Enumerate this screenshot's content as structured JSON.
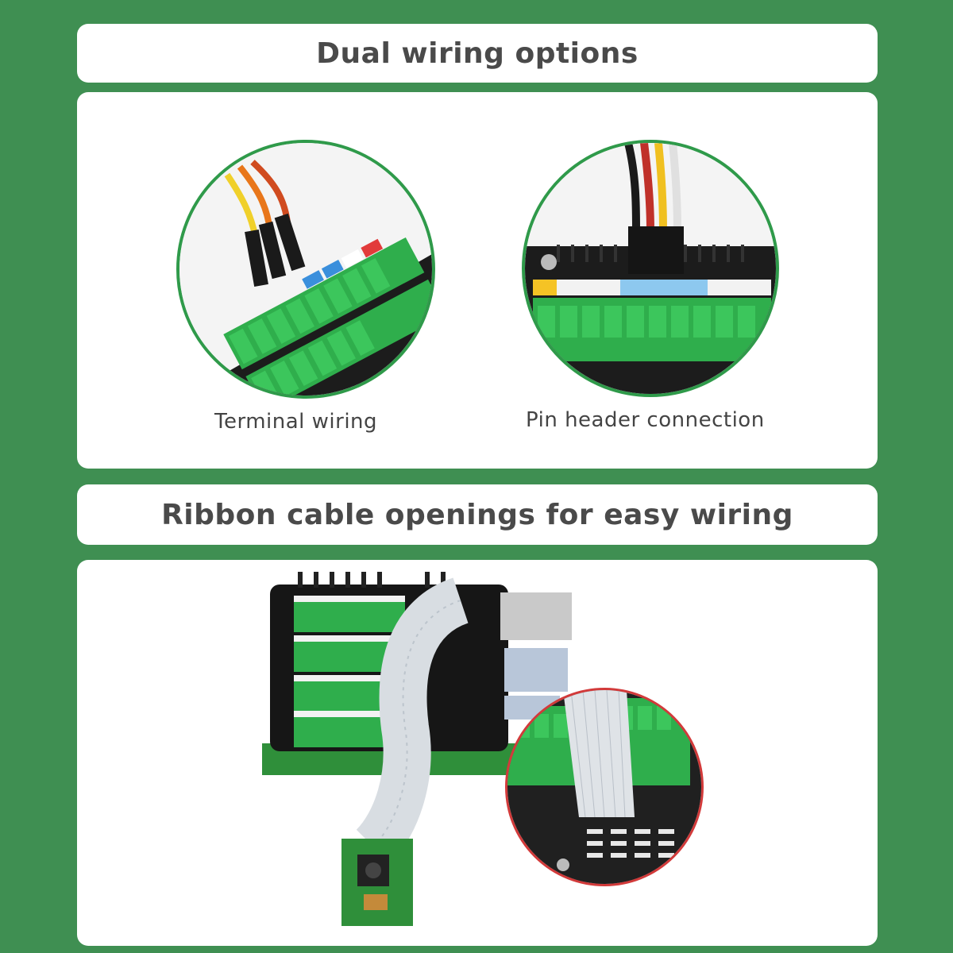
{
  "sections": {
    "wiring_title": "Dual wiring options",
    "terminal_caption": "Terminal wiring",
    "pin_caption": "Pin header connection",
    "ribbon_title": "Ribbon cable openings for easy wiring"
  },
  "colors": {
    "background": "#3f8f52",
    "panel": "#ffffff",
    "terminal_green": "#2fae4c",
    "zoom_border": "#d23a3a"
  }
}
